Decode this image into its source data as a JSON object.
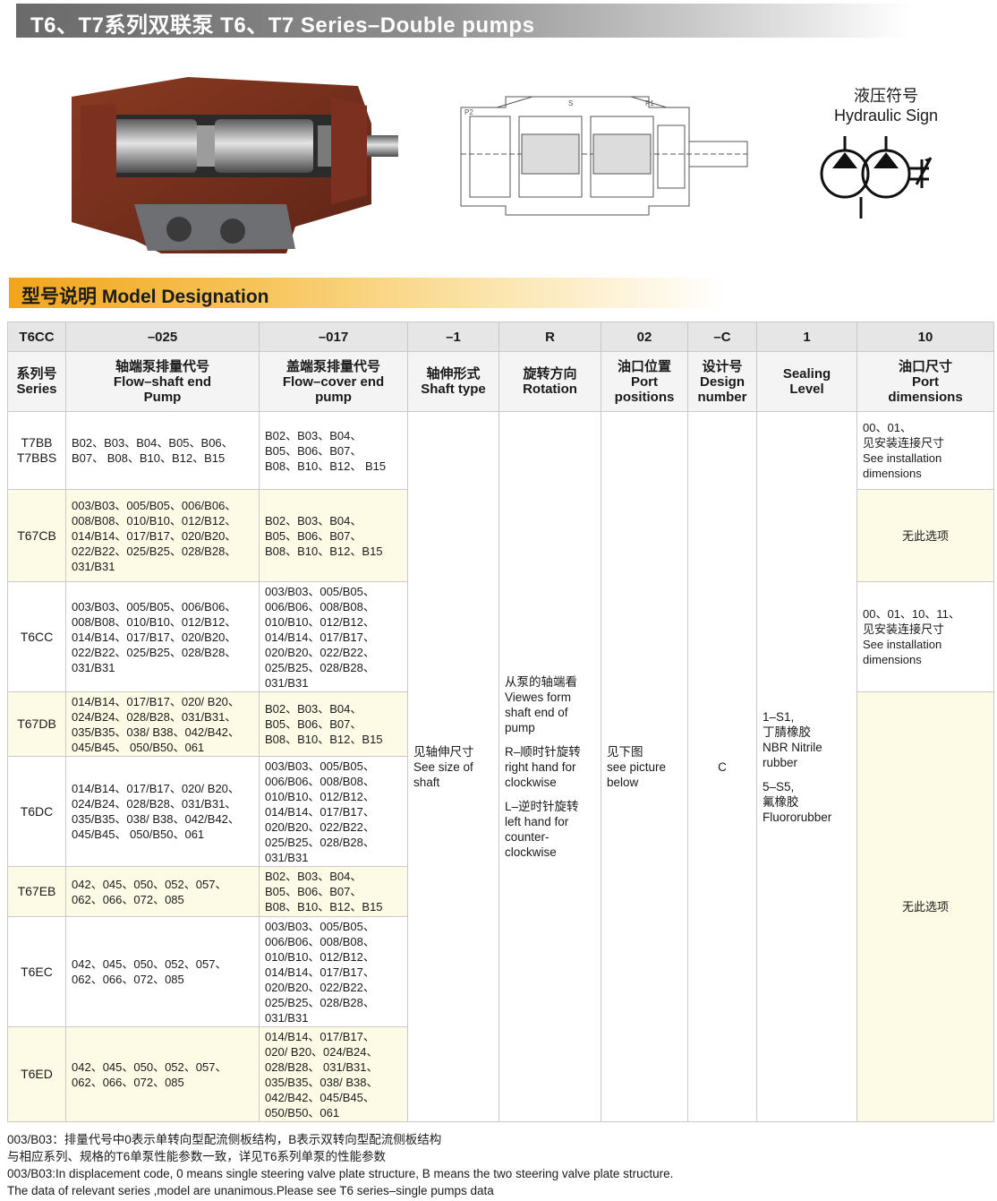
{
  "header": {
    "title": "T6、T7系列双联泵 T6、T7 Series–Double pumps"
  },
  "hydraulic": {
    "title_cn": "液压符号",
    "title_en": "Hydraulic Sign"
  },
  "drawing": {
    "labels": [
      "P2",
      "S",
      "P1"
    ]
  },
  "model": {
    "title": "型号说明 Model Designation"
  },
  "table": {
    "codes": [
      "T6CC",
      "–025",
      "–017",
      "–1",
      "R",
      "02",
      "–C",
      "1",
      "10"
    ],
    "headers": [
      [
        "系列号",
        "Series"
      ],
      [
        "轴端泵排量代号",
        "Flow–shaft end",
        "Pump"
      ],
      [
        "盖端泵排量代号",
        "Flow–cover end",
        "pump"
      ],
      [
        "轴伸形式",
        "Shaft type"
      ],
      [
        "旋转方向",
        "Rotation"
      ],
      [
        "油口位置",
        "Port",
        "positions"
      ],
      [
        "设计号",
        "Design",
        "number"
      ],
      [
        "Sealing",
        "Level"
      ],
      [
        "油口尺寸",
        "Port",
        "dimensions"
      ]
    ],
    "rows": [
      {
        "series": [
          "T7BB",
          "T7BBS"
        ],
        "shaft": [
          "B02、B03、B04、B05、B06、",
          "B07、 B08、B10、B12、B15"
        ],
        "cover": [
          "B02、B03、B04、",
          "B05、B06、B07、",
          "B08、B10、B12、 B15"
        ]
      },
      {
        "series": [
          "T67CB"
        ],
        "shaft": [
          "003/B03、005/B05、006/B06、",
          "008/B08、010/B10、012/B12、",
          "014/B14、017/B17、020/B20、",
          "022/B22、025/B25、028/B28、",
          "031/B31"
        ],
        "cover": [
          "B02、B03、B04、",
          "B05、B06、B07、",
          "B08、B10、B12、B15"
        ]
      },
      {
        "series": [
          "T6CC"
        ],
        "shaft": [
          "003/B03、005/B05、006/B06、",
          "008/B08、010/B10、012/B12、",
          "014/B14、017/B17、020/B20、",
          "022/B22、025/B25、028/B28、",
          "031/B31"
        ],
        "cover": [
          "003/B03、005/B05、",
          "006/B06、008/B08、",
          "010/B10、012/B12、",
          "014/B14、017/B17、",
          "020/B20、022/B22、",
          "025/B25、028/B28、",
          "031/B31"
        ]
      },
      {
        "series": [
          "T67DB"
        ],
        "shaft": [
          "014/B14、017/B17、020/ B20、",
          "024/B24、028/B28、031/B31、",
          "035/B35、038/ B38、042/B42、",
          "045/B45、 050/B50、061"
        ],
        "cover": [
          "B02、B03、B04、",
          "B05、B06、B07、",
          "B08、B10、B12、B15"
        ]
      },
      {
        "series": [
          "T6DC"
        ],
        "shaft": [
          "014/B14、017/B17、020/ B20、",
          "024/B24、028/B28、031/B31、",
          "035/B35、038/ B38、042/B42、",
          "045/B45、 050/B50、061"
        ],
        "cover": [
          "003/B03、005/B05、",
          "006/B06、008/B08、",
          "010/B10、012/B12、",
          "014/B14、017/B17、",
          "020/B20、022/B22、",
          "025/B25、028/B28、",
          "031/B31"
        ]
      },
      {
        "series": [
          "T67EB"
        ],
        "shaft": [
          "042、045、050、052、057、",
          "062、066、072、085"
        ],
        "cover": [
          "B02、B03、B04、",
          "B05、B06、B07、",
          "B08、B10、B12、B15"
        ]
      },
      {
        "series": [
          "T6EC"
        ],
        "shaft": [
          "042、045、050、052、057、",
          "062、066、072、085"
        ],
        "cover": [
          "003/B03、005/B05、",
          "006/B06、008/B08、",
          "010/B10、012/B12、",
          "014/B14、017/B17、",
          "020/B20、022/B22、",
          "025/B25、028/B28、",
          "031/B31"
        ]
      },
      {
        "series": [
          "T6ED"
        ],
        "shaft": [
          "042、045、050、052、057、",
          "062、066、072、085"
        ],
        "cover": [
          "014/B14、017/B17、",
          "020/ B20、024/B24、",
          "028/B28、 031/B31、",
          "035/B35、038/ B38、",
          "042/B42、045/B45、",
          "050/B50、061"
        ]
      }
    ],
    "shaft_type": [
      "见轴伸尺寸",
      "See size of",
      "shaft"
    ],
    "rotation": [
      "从泵的轴端看",
      "Viewes form",
      "shaft end of",
      "pump",
      "",
      "R–顺时针旋转",
      "right hand for",
      "clockwise",
      "",
      "L–逆时针旋转",
      "left hand for",
      "counter-",
      "clockwise"
    ],
    "port_positions": [
      "见下图",
      "see picture",
      "below"
    ],
    "design_number": "C",
    "sealing": [
      "1–S1,",
      "丁腈橡胶",
      "NBR Nitrile",
      "rubber",
      "",
      "5–S5,",
      "氟橡胶",
      "Fluororubber"
    ],
    "port_dims": {
      "a": [
        "00、01、",
        "见安装连接尺寸",
        "See installation",
        "dimensions"
      ],
      "b": "无此选项",
      "c": [
        "00、01、10、11、",
        "见安装连接尺寸",
        "See installation",
        "dimensions"
      ],
      "d": "无此选项"
    }
  },
  "footnote": [
    "003/B03：排量代号中0表示单转向型配流侧板结构，B表示双转向型配流侧板结构",
    "与相应系列、规格的T6单泵性能参数一致，详见T6系列单泵的性能参数",
    "003/B03:In displacement code, 0 means single steering valve plate structure, B means the two steering valve plate structure.",
    "The data of relevant series ,model are unanimous.Please see T6 series–single pumps data"
  ]
}
